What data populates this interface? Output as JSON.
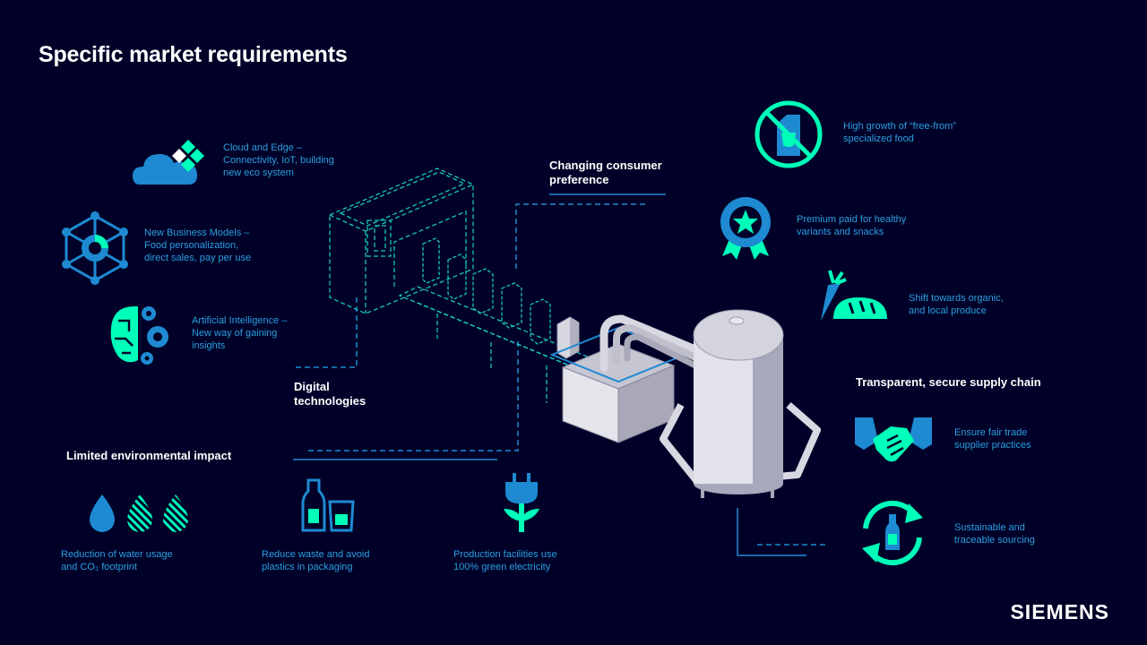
{
  "title": "Specific market requirements",
  "logo": "SIEMENS",
  "colors": {
    "background": "#000028",
    "accent_blue": "#2aa0e0",
    "accent_teal": "#00ffb9",
    "dash": "#1e8ad2"
  },
  "sections": {
    "digital": "Digital\ntechnologies",
    "consumer": "Changing consumer\npreference",
    "supply": "Transparent, secure supply chain",
    "environment": "Limited environmental impact"
  },
  "items": {
    "cloud": {
      "text": "Cloud and Edge –\nConnectivity, IoT, building\nnew eco system",
      "icon": "cloud-edge-icon"
    },
    "business": {
      "text": "New Business Models –\nFood personalization,\ndirect sales, pay per use",
      "icon": "network-hexagon-icon"
    },
    "ai": {
      "text": "Artificial Intelligence –\nNew way of gaining\ninsights",
      "icon": "brain-gears-icon"
    },
    "freefrom": {
      "text": "High growth of “free-from”\nspecialized food",
      "icon": "no-milk-icon"
    },
    "premium": {
      "text": "Premium paid for healthy\nvariants and snacks",
      "icon": "award-badge-icon"
    },
    "organic": {
      "text": "Shift towards organic,\nand local produce",
      "icon": "carrot-bread-icon"
    },
    "fairtrade": {
      "text": "Ensure fair trade\nsupplier practices",
      "icon": "handshake-icon"
    },
    "sourcing": {
      "text": "Sustainable and\ntraceable sourcing",
      "icon": "recycle-bottle-icon"
    },
    "water": {
      "text": "Reduction of water usage\nand CO₂ footprint",
      "icon": "water-drops-icon"
    },
    "waste": {
      "text": "Reduce waste and avoid\nplastics in packaging",
      "icon": "bottle-glass-icon"
    },
    "green": {
      "text": "Production facilities use\n100% green electricity",
      "icon": "plug-plant-icon"
    }
  }
}
